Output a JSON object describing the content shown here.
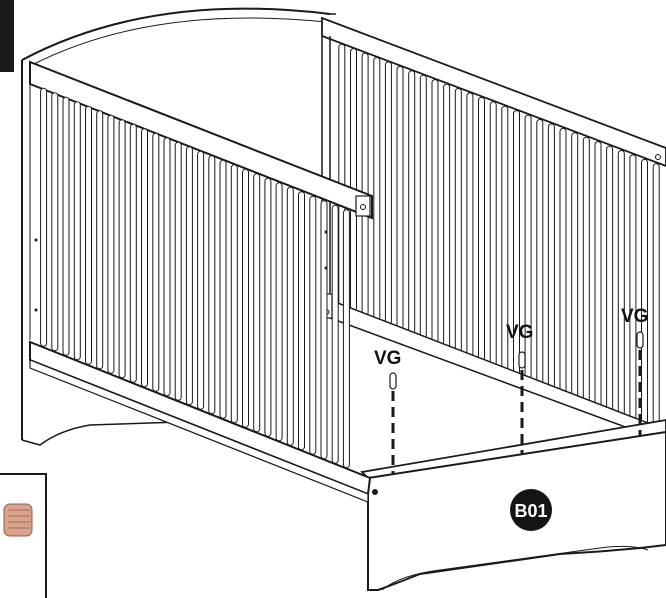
{
  "labels": {
    "dowel_left": "VG",
    "dowel_middle": "VG",
    "dowel_right": "VG",
    "part_badge": "B01"
  },
  "colors": {
    "line": "#1a1a1a",
    "badge": "#141414",
    "dowel_detail": "#d9a38e"
  }
}
